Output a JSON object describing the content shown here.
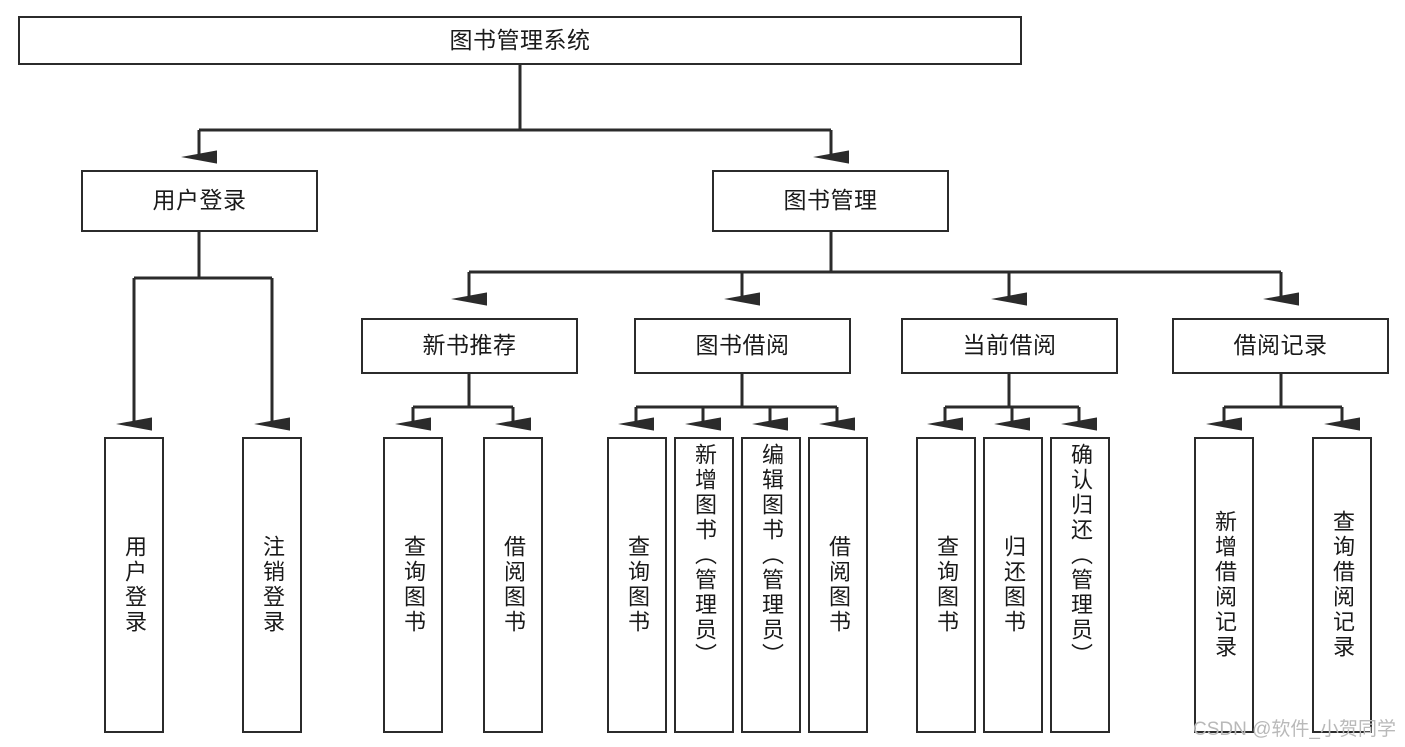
{
  "diagram": {
    "title": "图书管理系统",
    "type": "tree-hierarchy-diagram",
    "root": {
      "id": "root",
      "label": "图书管理系统"
    },
    "level2": [
      {
        "id": "user-login",
        "label": "用户登录"
      },
      {
        "id": "book-manage",
        "label": "图书管理"
      }
    ],
    "level3": [
      {
        "id": "new-book-rec",
        "label": "新书推荐"
      },
      {
        "id": "book-borrow",
        "label": "图书借阅"
      },
      {
        "id": "current-borrow",
        "label": "当前借阅"
      },
      {
        "id": "borrow-record",
        "label": "借阅记录"
      }
    ],
    "leaves": [
      {
        "id": "leaf-user-login",
        "label": "用户登录",
        "parent": "user-login"
      },
      {
        "id": "leaf-logout",
        "label": "注销登录",
        "parent": "user-login"
      },
      {
        "id": "leaf-query-book-1",
        "label": "查询图书",
        "parent": "new-book-rec"
      },
      {
        "id": "leaf-borrow-book-1",
        "label": "借阅图书",
        "parent": "new-book-rec"
      },
      {
        "id": "leaf-query-book-2",
        "label": "查询图书",
        "parent": "book-borrow"
      },
      {
        "id": "leaf-add-book",
        "label": "新增图书（管理员）",
        "parent": "book-borrow"
      },
      {
        "id": "leaf-edit-book",
        "label": "编辑图书（管理员）",
        "parent": "book-borrow"
      },
      {
        "id": "leaf-borrow-book-2",
        "label": "借阅图书",
        "parent": "book-borrow"
      },
      {
        "id": "leaf-query-book-3",
        "label": "查询图书",
        "parent": "current-borrow"
      },
      {
        "id": "leaf-return-book",
        "label": "归还图书",
        "parent": "current-borrow"
      },
      {
        "id": "leaf-confirm-return",
        "label": "确认归还（管理员）",
        "parent": "current-borrow"
      },
      {
        "id": "leaf-add-record",
        "label": "新增借阅记录",
        "parent": "borrow-record"
      },
      {
        "id": "leaf-query-record",
        "label": "查询借阅记录",
        "parent": "borrow-record"
      }
    ],
    "watermark": "CSDN @软件_小贺同学",
    "colors": {
      "stroke": "#2b2b2b",
      "fill": "#ffffff",
      "text": "#1a1a1a",
      "watermark": "#b9b9b9"
    }
  }
}
